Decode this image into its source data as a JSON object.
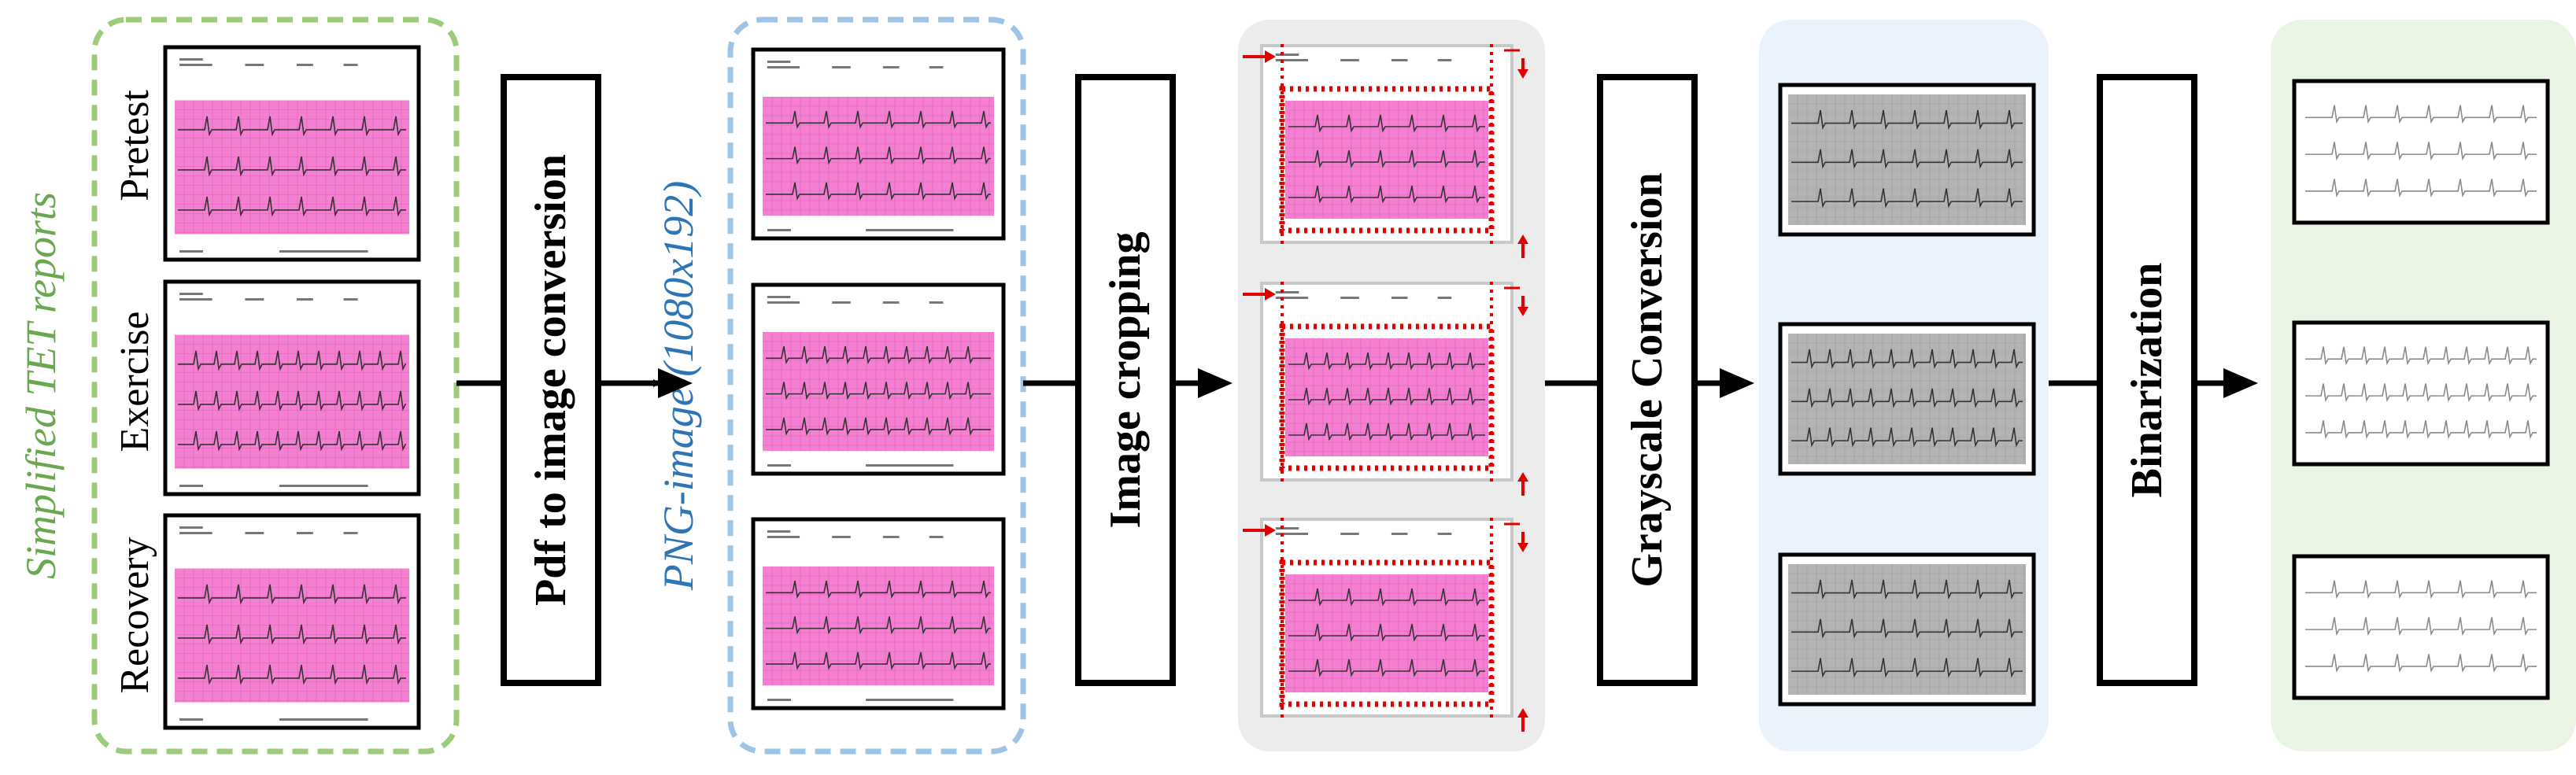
{
  "group_labels": {
    "tet_reports": "Simplified TET reports",
    "png_image": "PNG-image (1080x192)"
  },
  "phases": [
    "Pretest",
    "Exercise",
    "Recovery"
  ],
  "steps": {
    "pdf_conversion": "Pdf to image conversion",
    "cropping": "Image cropping",
    "grayscale": "Grayscale Conversion",
    "binarization": "Binarization"
  },
  "colors": {
    "green_accent": "#9ccb79",
    "green_text": "#6aa84f",
    "blue_accent": "#9dc3e6",
    "blue_text": "#2e75b6",
    "ecg_pink": "#f57fd0",
    "crop_red": "#e00000",
    "grayscale_fill": "#b3b3b3",
    "panel_gray": "#ececec",
    "panel_blue": "#eaf2fb",
    "panel_green": "#eaf4e4"
  }
}
